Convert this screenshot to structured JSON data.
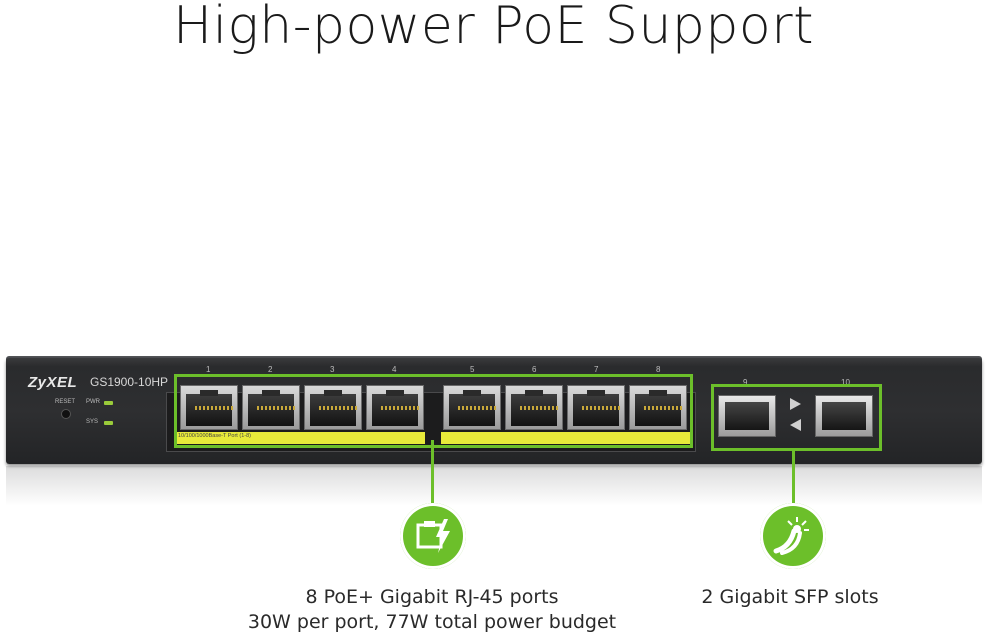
{
  "title": "High-power PoE Support",
  "device": {
    "brand": "ZyXEL",
    "model": "GS1900-10HP",
    "reset_label": "RESET",
    "pwr_label": "PWR",
    "sys_label": "SYS",
    "ports": [
      "1",
      "2",
      "3",
      "4",
      "5",
      "6",
      "7",
      "8"
    ],
    "sfp_ports": [
      "9",
      "10"
    ],
    "strip_text": "10/100/1000Base-T Port (1-8)"
  },
  "features": {
    "poe_line1": "8 PoE+ Gigabit RJ-45 ports",
    "poe_line2": "30W per port, 77W total power budget",
    "sfp_line": "2 Gigabit SFP slots"
  },
  "colors": {
    "accent": "#6cbf2a",
    "strip": "#e8ea3a"
  },
  "icons": {
    "poe": "power-port-icon",
    "sfp": "fiber-icon"
  }
}
